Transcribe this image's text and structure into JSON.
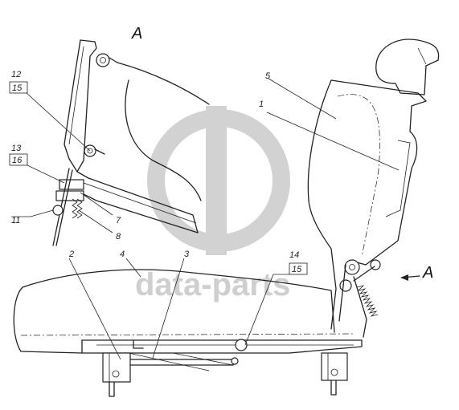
{
  "view_labels": {
    "top": "A",
    "arrow": "A"
  },
  "watermark": {
    "text": "data-parts",
    "color": "#cfcfcf"
  },
  "callouts": {
    "c1": "1",
    "c2": "2",
    "c3": "3",
    "c4": "4",
    "c5": "5",
    "c7": "7",
    "c8": "8",
    "c11": "11",
    "c12": "12",
    "c13": "13",
    "c14": "14",
    "c15_top": "15",
    "c15_right": "15",
    "c16": "16"
  }
}
